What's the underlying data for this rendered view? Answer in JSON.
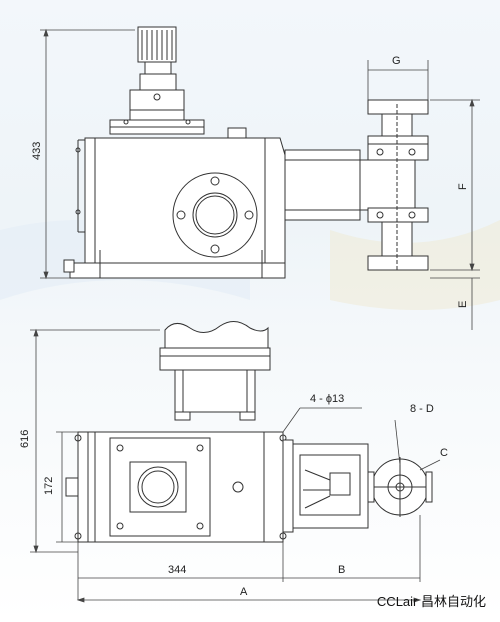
{
  "dimensions": {
    "height": "433",
    "G": "G",
    "F": "F",
    "E": "E",
    "total_height": "616",
    "base_width": "172",
    "holes": "4 - ϕ13",
    "flange_holes": "8 - D",
    "C": "C",
    "length_344": "344",
    "B": "B",
    "A": "A"
  },
  "brand": "CCLair 昌林自动化"
}
